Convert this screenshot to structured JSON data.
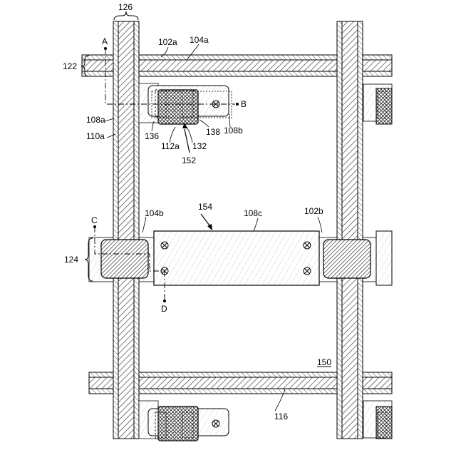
{
  "figure": {
    "labels": {
      "l126": "126",
      "l102a": "102a",
      "l104a": "104a",
      "lA": "A",
      "l122": "122",
      "lB": "B",
      "l108a": "108a",
      "l110a": "110a",
      "l136": "136",
      "l112a": "112a",
      "l132": "132",
      "l138": "138",
      "l108b": "108b",
      "l152": "152",
      "l154": "154",
      "l104b": "104b",
      "l108c": "108c",
      "l102b": "102b",
      "lC": "C",
      "l124": "124",
      "lD": "D",
      "l150": "150",
      "l116": "116"
    }
  }
}
